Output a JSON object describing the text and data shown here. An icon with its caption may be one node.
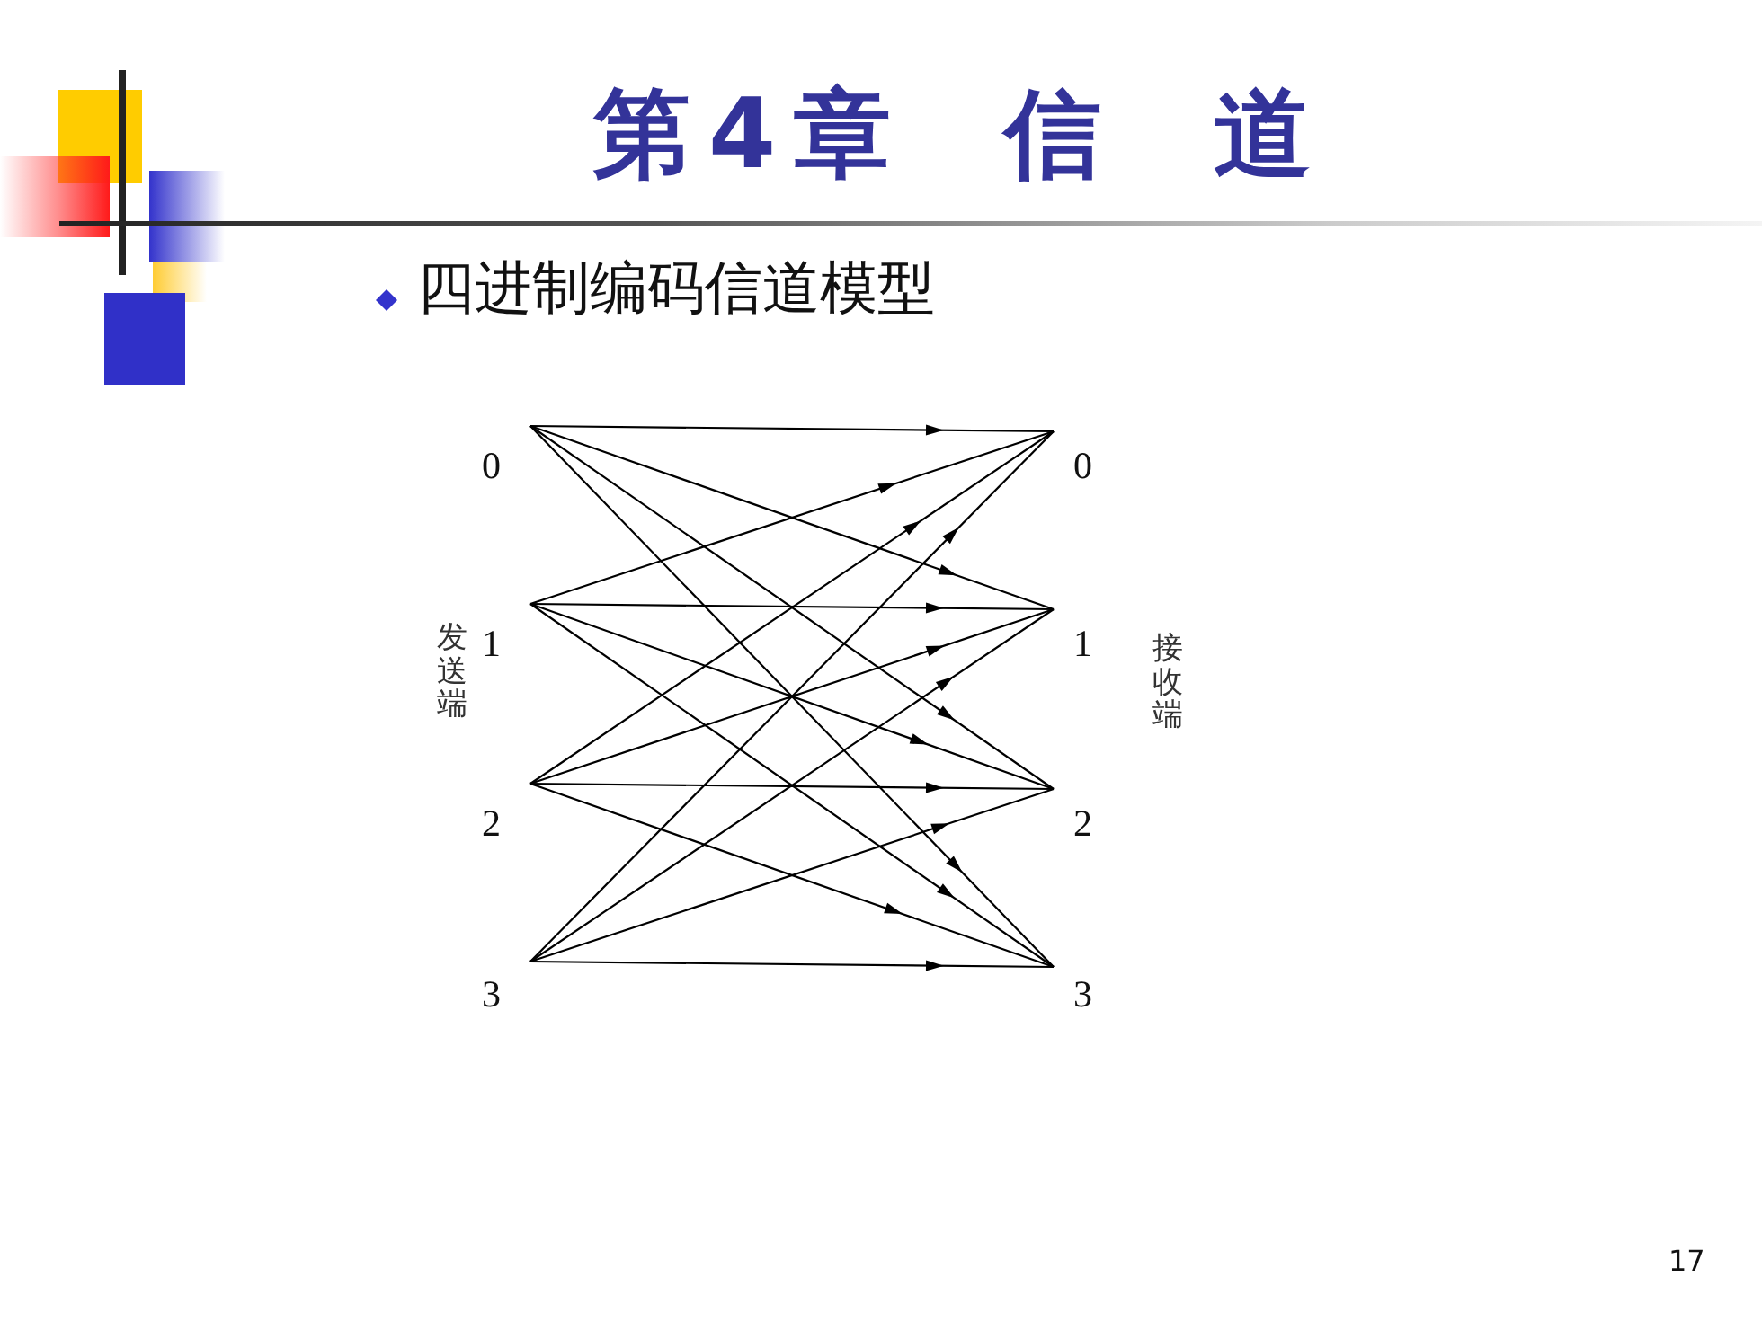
{
  "diagram": {
    "title": "第4章 信 道",
    "nodes": [
      {
        "text": [
          "0"
        ]
      },
      {
        "text": [
          "0"
        ]
      },
      {
        "text": [
          "1"
        ]
      },
      {
        "text": [
          "1"
        ]
      },
      {
        "text": [
          "2"
        ]
      },
      {
        "text": [
          "2"
        ]
      },
      {
        "text": [
          "3"
        ]
      },
      {
        "text": [
          "3"
        ]
      }
    ],
    "edges": [
      {
        "from": 0,
        "to": 1,
        "arrow": "to"
      },
      {
        "from": 0,
        "to": 3,
        "arrow": "to"
      },
      {
        "from": 0,
        "to": 5,
        "arrow": "to"
      },
      {
        "from": 0,
        "to": 7,
        "arrow": "to"
      },
      {
        "from": 2,
        "to": 1,
        "arrow": "to"
      },
      {
        "from": 2,
        "to": 3,
        "arrow": "to"
      },
      {
        "from": 2,
        "to": 5,
        "arrow": "to"
      },
      {
        "from": 2,
        "to": 7,
        "arrow": "to"
      },
      {
        "from": 4,
        "to": 1,
        "arrow": "to"
      },
      {
        "from": 4,
        "to": 3,
        "arrow": "to"
      },
      {
        "from": 4,
        "to": 5,
        "arrow": "to"
      },
      {
        "from": 4,
        "to": 7,
        "arrow": "to"
      },
      {
        "from": 6,
        "to": 1,
        "arrow": "to"
      },
      {
        "from": 6,
        "to": 3,
        "arrow": "to"
      },
      {
        "from": 6,
        "to": 5,
        "arrow": "to"
      },
      {
        "from": 6,
        "to": 7,
        "arrow": "to"
      }
    ],
    "labels": [
      "四进制编码信道模型",
      "发送端",
      "接收端",
      "17"
    ]
  }
}
